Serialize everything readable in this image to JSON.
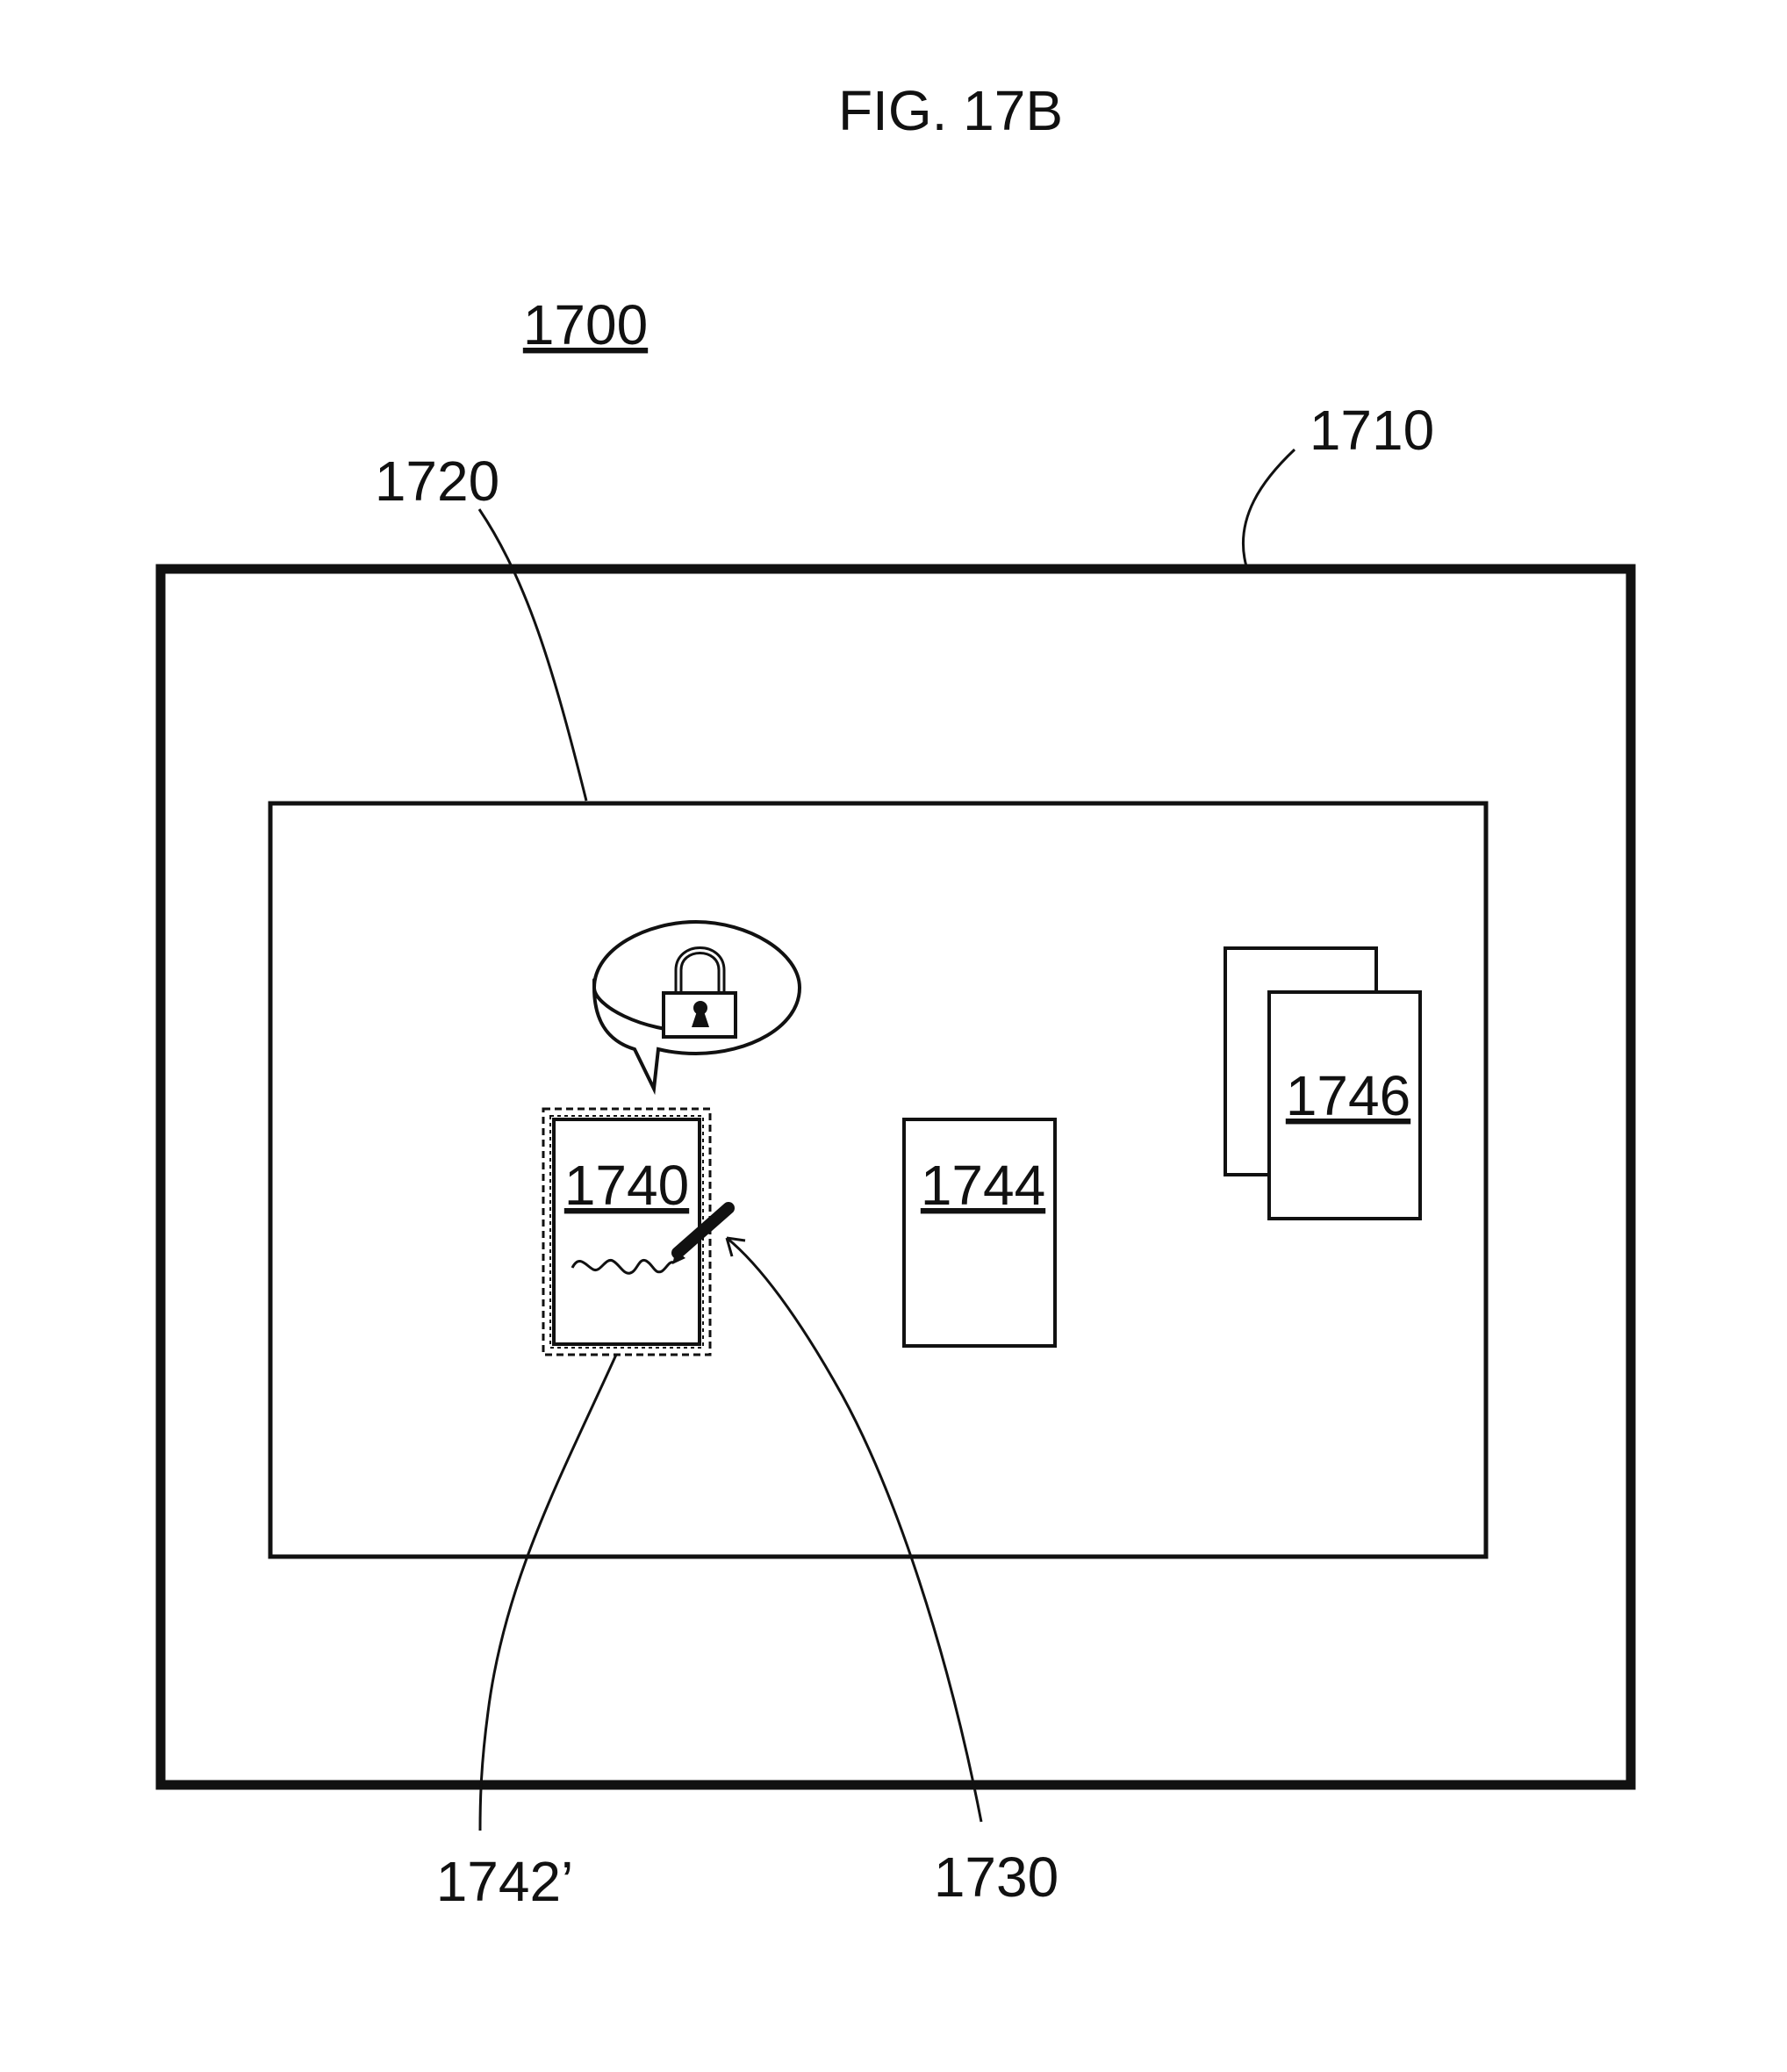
{
  "figure": {
    "title": "FIG. 17B",
    "labels": {
      "system": "1700",
      "outer_device": "1710",
      "inner_display": "1720",
      "document_1740": "1740",
      "document_1744": "1744",
      "document_1746": "1746",
      "signed_region": "1742’",
      "pen": "1730"
    }
  },
  "colors": {
    "ink": "#111111",
    "background": "#ffffff"
  },
  "icons": {
    "lock": "padlock-icon",
    "speech": "speech-bubble-icon",
    "pen": "stylus-pen-icon",
    "signature": "signature-scribble"
  }
}
